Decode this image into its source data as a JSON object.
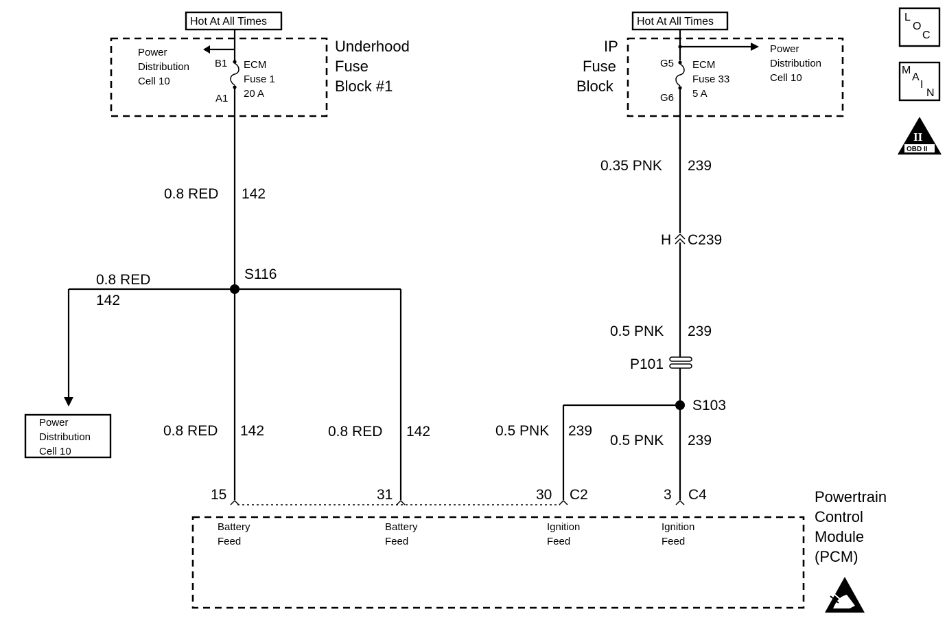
{
  "left_circuit": {
    "hot_label": "Hot At All Times",
    "fuse_block_name": [
      "Underhood",
      "Fuse",
      "Block #1"
    ],
    "power_dist_top": [
      "Power",
      "Distribution",
      "Cell 10"
    ],
    "fuse_terminal_in": "B1",
    "fuse_terminal_out": "A1",
    "fuse_name": [
      "ECM",
      "Fuse 1",
      "20 A"
    ],
    "wire_upper_color": "0.8 RED",
    "wire_upper_circuit": "142",
    "splice": "S116",
    "branch_left_color": "0.8 RED",
    "branch_left_circuit": "142",
    "power_dist_box": [
      "Power",
      "Distribution",
      "Cell 10"
    ],
    "wire_lower_a_color": "0.8 RED",
    "wire_lower_a_circuit": "142",
    "wire_lower_b_color": "0.8 RED",
    "wire_lower_b_circuit": "142",
    "pin_a": "15",
    "pin_b": "31"
  },
  "right_circuit": {
    "hot_label": "Hot At All Times",
    "fuse_block_name": [
      "IP",
      "Fuse",
      "Block"
    ],
    "power_dist_top": [
      "Power",
      "Distribution",
      "Cell 10"
    ],
    "fuse_terminal_in": "G5",
    "fuse_terminal_out": "G6",
    "fuse_name": [
      "ECM",
      "Fuse 33",
      "5 A"
    ],
    "wire_top_color": "0.35 PNK",
    "wire_top_circuit": "239",
    "connector_pin": "H",
    "connector_name": "C239",
    "wire_mid_color": "0.5 PNK",
    "wire_mid_circuit": "239",
    "passthrough": "P101",
    "splice": "S103",
    "branch_left_color": "0.5 PNK",
    "branch_left_circuit": "239",
    "wire_low_color": "0.5 PNK",
    "wire_low_circuit": "239",
    "pin_c": "30",
    "conn_c": "C2",
    "pin_d": "3",
    "conn_d": "C4"
  },
  "pcm": {
    "name": [
      "Powertrain",
      "Control",
      "Module",
      "(PCM)"
    ],
    "feed_1": [
      "Battery",
      "Feed"
    ],
    "feed_2": [
      "Battery",
      "Feed"
    ],
    "feed_3": [
      "Ignition",
      "Feed"
    ],
    "feed_4": [
      "Ignition",
      "Feed"
    ],
    "esd_icon": "esd-warning-icon"
  },
  "nav_icons": {
    "loc": [
      "L",
      "O",
      "C"
    ],
    "main": [
      "M",
      "A",
      "I",
      "N"
    ],
    "obd_numeral": "II",
    "obd_label": "OBD II"
  }
}
